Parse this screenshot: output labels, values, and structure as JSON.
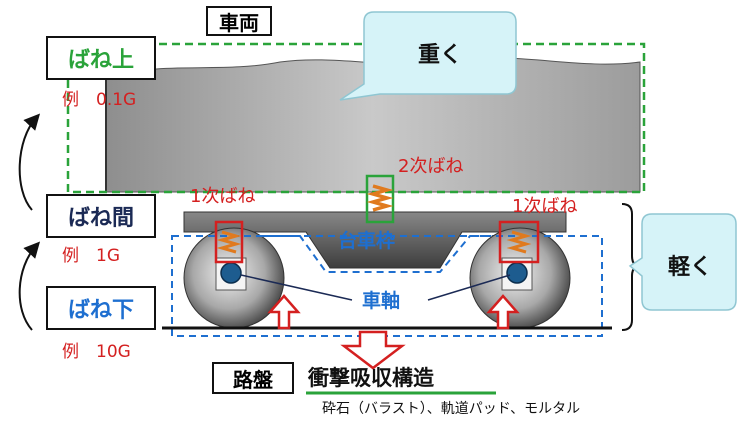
{
  "labels": {
    "vehicle": "車両",
    "heavy": "重く",
    "light": "軽く",
    "spring_upper": "ばね上",
    "spring_upper_example": "例　0.1G",
    "spring_between": "ばね間",
    "spring_between_example": "例　1G",
    "spring_lower": "ばね下",
    "spring_lower_example": "例　10G",
    "secondary_spring": "2次ばね",
    "primary_spring_left": "1次ばね",
    "primary_spring_right": "1次ばね",
    "bogie_frame": "台車枠",
    "axle": "車軸",
    "roadbed": "路盤",
    "shock_absorption": "衝撃吸収構造",
    "materials": "砕石（バラスト）、軌道パッド、モルタル"
  },
  "colors": {
    "green_outline": "#2aa33a",
    "blue_outline": "#1e6fd0",
    "red_label": "#d42020",
    "callout_fill": "#d6f3f8",
    "body_gray": "#a9a9a9",
    "frame_gray": "#5f5f5f"
  },
  "icons": [
    "spring-icon",
    "upward-arrow-icon",
    "downward-arrow-icon",
    "curved-arrow-icon",
    "right-brace-icon"
  ]
}
